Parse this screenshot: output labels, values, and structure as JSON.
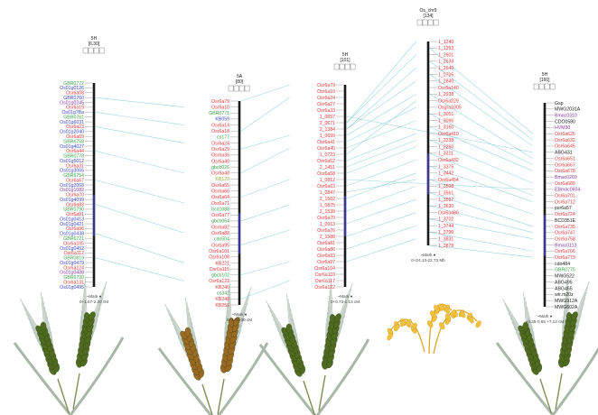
{
  "colors": {
    "link": "#8fd0dc",
    "bar": "#1a1a1a",
    "bar_accent": "#3a3aaa",
    "red": "#e8383a",
    "blue": "#3c46c8",
    "green": "#3aa34a",
    "purple": "#8a3aa8",
    "black": "#222222",
    "olive": "#9aa52a",
    "spike_green": "#4e6b1f",
    "spike_brown": "#9a6a22",
    "spike_gold": "#f2c23e",
    "awn": "#b9c8be"
  },
  "columns": [
    {
      "id": "c1",
      "title": "5H",
      "subtitle": "[6.30]",
      "footer1": "~Mark    ●",
      "footer2": "0+1.07-2.20 cM",
      "label_side": "left",
      "markers": [
        {
          "t": "GBR0772",
          "c": "green"
        },
        {
          "t": "Os01g0126",
          "c": "blue"
        },
        {
          "t": "Osr6a08",
          "c": "red"
        },
        {
          "t": "GBR0760",
          "c": "blue"
        },
        {
          "t": "Os01g0245",
          "c": "purple"
        },
        {
          "t": "Osr6a19",
          "c": "red"
        },
        {
          "t": "Os01g7Ba",
          "c": "blue"
        },
        {
          "t": "GBR0761",
          "c": "green"
        },
        {
          "t": "Os01g6031",
          "c": "blue"
        },
        {
          "t": "Osr6a23",
          "c": "red"
        },
        {
          "t": "Os01g2040",
          "c": "blue"
        },
        {
          "t": "Osr6a69",
          "c": "red"
        },
        {
          "t": "GBR6758",
          "c": "green"
        },
        {
          "t": "Os01g4027",
          "c": "blue"
        },
        {
          "t": "Osr6a44",
          "c": "red"
        },
        {
          "t": "GBR0778",
          "c": "green"
        },
        {
          "t": "Os01g5012",
          "c": "blue"
        },
        {
          "t": "Osr6a31",
          "c": "red"
        },
        {
          "t": "Os01g3065",
          "c": "blue"
        },
        {
          "t": "GBR6754",
          "c": "green"
        },
        {
          "t": "Osr6a67",
          "c": "red"
        },
        {
          "t": "Os01g2068",
          "c": "blue"
        },
        {
          "t": "Os01g1082",
          "c": "purple"
        },
        {
          "t": "Osr6a70",
          "c": "red"
        },
        {
          "t": "Os01g4099",
          "c": "blue"
        },
        {
          "t": "Osr6a83",
          "c": "red"
        },
        {
          "t": "GBR0790",
          "c": "green"
        },
        {
          "t": "Osr6a91",
          "c": "red"
        },
        {
          "t": "Os01g0413",
          "c": "blue"
        },
        {
          "t": "Os01g0421",
          "c": "blue"
        },
        {
          "t": "Osr6a96",
          "c": "red"
        },
        {
          "t": "Os01g0438",
          "c": "blue"
        },
        {
          "t": "GBR6721",
          "c": "green"
        },
        {
          "t": "Osr6a105",
          "c": "red"
        },
        {
          "t": "Os01g0452",
          "c": "blue"
        },
        {
          "t": "Osr6a112",
          "c": "red"
        },
        {
          "t": "GBR0819",
          "c": "green"
        },
        {
          "t": "Os01g0479",
          "c": "blue"
        },
        {
          "t": "Osr6a124",
          "c": "red"
        },
        {
          "t": "Os01g0488",
          "c": "purple"
        },
        {
          "t": "GBR6730",
          "c": "green"
        },
        {
          "t": "Osr6a131",
          "c": "red"
        },
        {
          "t": "Os01g0495",
          "c": "blue"
        }
      ]
    },
    {
      "id": "c2",
      "title": "5A",
      "subtitle": "[80]",
      "footer1": "~Mark    ●",
      "footer2": "0+1.82-30 cM",
      "label_side": "left",
      "markers": [
        {
          "t": "Osr6a79",
          "c": "red"
        },
        {
          "t": "Osr6a10",
          "c": "red"
        },
        {
          "t": "GBR0771",
          "c": "green"
        },
        {
          "t": "KB059",
          "c": "blue"
        },
        {
          "t": "Osr6a14",
          "c": "red"
        },
        {
          "t": "Osr6a18",
          "c": "red"
        },
        {
          "t": "cs177",
          "c": "green"
        },
        {
          "t": "Osr6a24",
          "c": "red"
        },
        {
          "t": "Osr6a29",
          "c": "red"
        },
        {
          "t": "Osr6a36",
          "c": "red"
        },
        {
          "t": "Osr6a40",
          "c": "red"
        },
        {
          "t": "gbcb026",
          "c": "green"
        },
        {
          "t": "Osr6a48",
          "c": "red"
        },
        {
          "t": "KB120",
          "c": "olive"
        },
        {
          "t": "Osr6a55",
          "c": "red"
        },
        {
          "t": "Osr6a60",
          "c": "red"
        },
        {
          "t": "Osr6a64",
          "c": "red"
        },
        {
          "t": "Osr6a71",
          "c": "red"
        },
        {
          "t": "bcd1088",
          "c": "green"
        },
        {
          "t": "Osr6a77",
          "c": "red"
        },
        {
          "t": "gbcb064",
          "c": "green"
        },
        {
          "t": "Osr6a82",
          "c": "red"
        },
        {
          "t": "Osr6a88",
          "c": "red"
        },
        {
          "t": "cdo504",
          "c": "green"
        },
        {
          "t": "Osr6a95",
          "c": "red"
        },
        {
          "t": "Osr6a101",
          "c": "red"
        },
        {
          "t": "Osr6a108",
          "c": "red"
        },
        {
          "t": "KB221",
          "c": "red"
        },
        {
          "t": "Osr6a115",
          "c": "red"
        },
        {
          "t": "gbcb102",
          "c": "green"
        },
        {
          "t": "Osr6a123",
          "c": "red"
        },
        {
          "t": "KB240",
          "c": "red"
        },
        {
          "t": "cs342",
          "c": "green"
        },
        {
          "t": "KB248",
          "c": "red"
        },
        {
          "t": "KB256",
          "c": "red"
        }
      ]
    },
    {
      "id": "c3",
      "title": "5H",
      "subtitle": "[101]",
      "footer1": "~Mark    ●",
      "footer2": "0+0.73-1.13 cM",
      "label_side": "left",
      "markers": [
        {
          "t": "Osr6a79",
          "c": "red"
        },
        {
          "t": "Osr6a10",
          "c": "red"
        },
        {
          "t": "Osr6a24",
          "c": "red"
        },
        {
          "t": "Osr6a27",
          "c": "red"
        },
        {
          "t": "Osr6a33",
          "c": "red"
        },
        {
          "t": "1_0657",
          "c": "red"
        },
        {
          "t": "2_0671",
          "c": "red"
        },
        {
          "t": "2_1384",
          "c": "red"
        },
        {
          "t": "1_0699",
          "c": "red"
        },
        {
          "t": "Osr6a41",
          "c": "red"
        },
        {
          "t": "Osr6a45",
          "c": "red"
        },
        {
          "t": "1_0723",
          "c": "red"
        },
        {
          "t": "Osr6a52",
          "c": "red"
        },
        {
          "t": "2_1451",
          "c": "red"
        },
        {
          "t": "Osr6a58",
          "c": "red"
        },
        {
          "t": "1_0812",
          "c": "red"
        },
        {
          "t": "Osr6a63",
          "c": "red"
        },
        {
          "t": "1_0847",
          "c": "red"
        },
        {
          "t": "2_1502",
          "c": "red"
        },
        {
          "t": "1_0875",
          "c": "red"
        },
        {
          "t": "2_1539",
          "c": "red"
        },
        {
          "t": "Osr6a70",
          "c": "red"
        },
        {
          "t": "1_0913",
          "c": "red"
        },
        {
          "t": "Osr6a76",
          "c": "red"
        },
        {
          "t": "2_1588",
          "c": "red"
        },
        {
          "t": "Osr6a81",
          "c": "red"
        },
        {
          "t": "Osr6a86",
          "c": "red"
        },
        {
          "t": "Osr6a93",
          "c": "red"
        },
        {
          "t": "Osr6a97",
          "c": "red"
        },
        {
          "t": "Osr6a104",
          "c": "red"
        },
        {
          "t": "Osr6a110",
          "c": "red"
        },
        {
          "t": "Osr6a117",
          "c": "red"
        },
        {
          "t": "Osr6a122",
          "c": "red"
        }
      ]
    },
    {
      "id": "c4",
      "title": "Os_chr9",
      "subtitle": "[134]",
      "footer1": "~Mark    ●",
      "footer2": "0+24.13-22.73 Mb",
      "label_side": "right",
      "markers": [
        {
          "t": "1_1240",
          "c": "red"
        },
        {
          "t": "1_1253",
          "c": "red"
        },
        {
          "t": "1_2601",
          "c": "red"
        },
        {
          "t": "1_2633",
          "c": "red"
        },
        {
          "t": "1_2640",
          "c": "red"
        },
        {
          "t": "1_2705",
          "c": "red"
        },
        {
          "t": "1_2840",
          "c": "red"
        },
        {
          "t": "Osr6a140",
          "c": "red"
        },
        {
          "t": "1_2938",
          "c": "red"
        },
        {
          "t": "Osr6a229",
          "c": "red"
        },
        {
          "t": "Osgra1005",
          "c": "red"
        },
        {
          "t": "1_3051",
          "c": "red"
        },
        {
          "t": "1_3096",
          "c": "red"
        },
        {
          "t": "1_3160",
          "c": "red"
        },
        {
          "t": "Osr6a410",
          "c": "red"
        },
        {
          "t": "1_3238",
          "c": "red"
        },
        {
          "t": "1_3260",
          "c": "red"
        },
        {
          "t": "1_3311",
          "c": "red"
        },
        {
          "t": "Osr6a432",
          "c": "red"
        },
        {
          "t": "1_3375",
          "c": "red"
        },
        {
          "t": "1_3442",
          "c": "red"
        },
        {
          "t": "Osr6a454",
          "c": "red"
        },
        {
          "t": "1_3508",
          "c": "red"
        },
        {
          "t": "1_3561",
          "c": "red"
        },
        {
          "t": "1_3597",
          "c": "red"
        },
        {
          "t": "1_3630",
          "c": "red"
        },
        {
          "t": "Osr6a480",
          "c": "red"
        },
        {
          "t": "1_3702",
          "c": "red"
        },
        {
          "t": "1_3744",
          "c": "red"
        },
        {
          "t": "1_3790",
          "c": "red"
        },
        {
          "t": "1_3831",
          "c": "red"
        },
        {
          "t": "1_3878",
          "c": "red"
        }
      ]
    },
    {
      "id": "c5",
      "title": "5H",
      "subtitle": "[160]",
      "footer1": "~Mark    ●",
      "footer2": "+0.35-0.65 +7.13 cM",
      "label_side": "right",
      "markers": [
        {
          "t": "Gsp",
          "c": "black"
        },
        {
          "t": "MWG2031A",
          "c": "black"
        },
        {
          "t": "Bmac0310",
          "c": "purple"
        },
        {
          "t": "CDO0580",
          "c": "black"
        },
        {
          "t": "HVM30",
          "c": "purple"
        },
        {
          "t": "Osr6a626",
          "c": "red"
        },
        {
          "t": "Osr6a632",
          "c": "red"
        },
        {
          "t": "Osr6a645",
          "c": "red"
        },
        {
          "t": "ABG431",
          "c": "black"
        },
        {
          "t": "Osr6a651",
          "c": "red"
        },
        {
          "t": "Osr6a667",
          "c": "red"
        },
        {
          "t": "Osr6a678",
          "c": "red"
        },
        {
          "t": "Bmac0269",
          "c": "purple"
        },
        {
          "t": "Osr6a689",
          "c": "red"
        },
        {
          "t": "EBmac0604",
          "c": "purple"
        },
        {
          "t": "Osr6a701",
          "c": "red"
        },
        {
          "t": "Osr6a712",
          "c": "red"
        },
        {
          "t": "psr6a57",
          "c": "black"
        },
        {
          "t": "Osr6a724",
          "c": "red"
        },
        {
          "t": "BCD351E",
          "c": "black"
        },
        {
          "t": "Osr6a735",
          "c": "red"
        },
        {
          "t": "Osr6a747",
          "c": "red"
        },
        {
          "t": "Osr6a758",
          "c": "red"
        },
        {
          "t": "Bmac0113",
          "c": "purple"
        },
        {
          "t": "Osr6a766",
          "c": "red"
        },
        {
          "t": "Osr6a779",
          "c": "red"
        },
        {
          "t": "cdo484",
          "c": "black"
        },
        {
          "t": "GBR0775",
          "c": "green"
        },
        {
          "t": "MWG522",
          "c": "black"
        },
        {
          "t": "ABG495",
          "c": "black"
        },
        {
          "t": "ABG465",
          "c": "black"
        },
        {
          "t": "wtr.m20z",
          "c": "black"
        },
        {
          "t": "MWG912A",
          "c": "black"
        },
        {
          "t": "MWG602A",
          "c": "black"
        }
      ]
    }
  ],
  "links": [
    [
      "c1",
      3,
      "c2",
      1
    ],
    [
      "c1",
      6,
      "c2",
      4
    ],
    [
      "c1",
      9,
      "c2",
      7
    ],
    [
      "c1",
      14,
      "c2",
      12
    ],
    [
      "c1",
      20,
      "c2",
      17
    ],
    [
      "c1",
      25,
      "c2",
      22
    ],
    [
      "c1",
      31,
      "c2",
      27
    ],
    [
      "c1",
      36,
      "c2",
      30
    ],
    [
      "c2",
      0,
      "c3",
      0
    ],
    [
      "c2",
      5,
      "c3",
      2
    ],
    [
      "c2",
      8,
      "c3",
      8
    ],
    [
      "c2",
      12,
      "c3",
      10
    ],
    [
      "c2",
      16,
      "c3",
      15
    ],
    [
      "c2",
      20,
      "c3",
      19
    ],
    [
      "c2",
      24,
      "c3",
      23
    ],
    [
      "c2",
      29,
      "c3",
      28
    ],
    [
      "c2",
      33,
      "c3",
      31
    ],
    [
      "c3",
      6,
      "c4",
      0
    ],
    [
      "c3",
      6,
      "c4",
      2
    ],
    [
      "c3",
      7,
      "c4",
      4
    ],
    [
      "c3",
      7,
      "c4",
      6
    ],
    [
      "c3",
      8,
      "c4",
      8
    ],
    [
      "c3",
      9,
      "c4",
      10
    ],
    [
      "c3",
      10,
      "c4",
      12
    ],
    [
      "c3",
      12,
      "c4",
      14
    ],
    [
      "c3",
      14,
      "c4",
      16
    ],
    [
      "c3",
      16,
      "c4",
      18
    ],
    [
      "c3",
      18,
      "c4",
      20
    ],
    [
      "c3",
      20,
      "c4",
      22
    ],
    [
      "c3",
      22,
      "c4",
      24
    ],
    [
      "c3",
      24,
      "c4",
      26
    ],
    [
      "c3",
      26,
      "c4",
      28
    ],
    [
      "c3",
      28,
      "c4",
      30
    ],
    [
      "c3",
      11,
      "c4",
      9
    ],
    [
      "c3",
      13,
      "c4",
      15
    ],
    [
      "c3",
      17,
      "c4",
      21
    ],
    [
      "c4",
      1,
      "c5",
      5
    ],
    [
      "c4",
      3,
      "c5",
      6
    ],
    [
      "c4",
      5,
      "c5",
      7
    ],
    [
      "c4",
      8,
      "c5",
      9
    ],
    [
      "c4",
      11,
      "c5",
      10
    ],
    [
      "c4",
      13,
      "c5",
      11
    ],
    [
      "c4",
      15,
      "c5",
      13
    ],
    [
      "c4",
      17,
      "c5",
      15
    ],
    [
      "c4",
      19,
      "c5",
      16
    ],
    [
      "c4",
      21,
      "c5",
      18
    ],
    [
      "c4",
      23,
      "c5",
      20
    ],
    [
      "c4",
      25,
      "c5",
      21
    ],
    [
      "c4",
      27,
      "c5",
      22
    ],
    [
      "c4",
      29,
      "c5",
      24
    ],
    [
      "c4",
      31,
      "c5",
      25
    ],
    [
      "c3",
      5,
      "c5",
      8
    ],
    [
      "c3",
      15,
      "c5",
      14
    ]
  ],
  "plants": [
    {
      "id": "barley-left",
      "color": "spike_green"
    },
    {
      "id": "wheat-brown",
      "color": "spike_brown"
    },
    {
      "id": "barley-mid",
      "color": "spike_green"
    },
    {
      "id": "rice",
      "color": "spike_gold"
    },
    {
      "id": "barley-right",
      "color": "spike_green"
    }
  ]
}
